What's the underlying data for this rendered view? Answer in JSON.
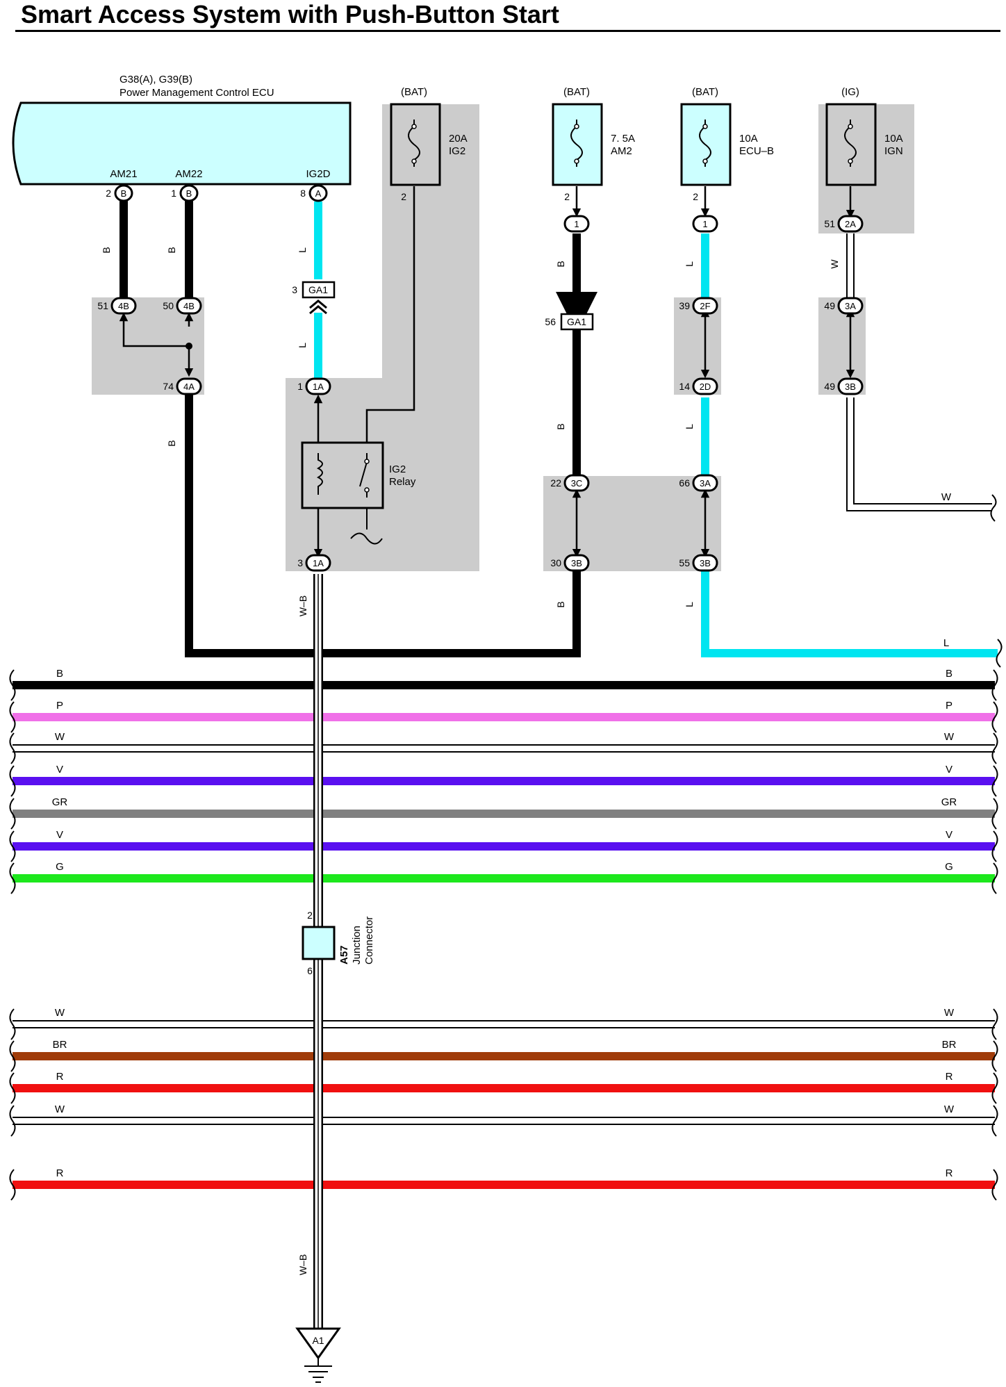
{
  "title": "Smart Access System with Push-Button Start",
  "ecu": {
    "code": "G38(A), G39(B)",
    "name": "Power Management Control ECU",
    "terminals": [
      {
        "name": "AM21",
        "pin": "2",
        "conn": "B",
        "wire": "B"
      },
      {
        "name": "AM22",
        "pin": "1",
        "conn": "B",
        "wire": "B"
      },
      {
        "name": "IG2D",
        "pin": "8",
        "conn": "A",
        "wire": "L"
      }
    ]
  },
  "fuses": [
    {
      "source": "(BAT)",
      "rating": "20A",
      "name": "IG2",
      "pin": "2"
    },
    {
      "source": "(BAT)",
      "rating": "7. 5A",
      "name": "AM2",
      "pin": "2"
    },
    {
      "source": "(BAT)",
      "rating": "10A",
      "name": "ECU–B",
      "pin": "2"
    },
    {
      "source": "(IG)",
      "rating": "10A",
      "name": "IGN"
    }
  ],
  "relay": {
    "name": "IG2",
    "label": "Relay"
  },
  "junction_connector": {
    "code": "A57",
    "name": "Junction",
    "label": "Connector",
    "pin_top": "2",
    "pin_bottom": "6"
  },
  "ground": {
    "code": "A1"
  },
  "connectors": [
    {
      "pin": "51",
      "id": "4B"
    },
    {
      "pin": "50",
      "id": "4B"
    },
    {
      "pin": "74",
      "id": "4A"
    },
    {
      "pin": "3",
      "id": "GA1"
    },
    {
      "pin": "1",
      "id": "1A"
    },
    {
      "pin": "3",
      "id": "1A"
    },
    {
      "pin": "56",
      "id": "GA1"
    },
    {
      "pin": "22",
      "id": "3C"
    },
    {
      "pin": "30",
      "id": "3B"
    },
    {
      "pin": "39",
      "id": "2F"
    },
    {
      "pin": "14",
      "id": "2D"
    },
    {
      "pin": "66",
      "id": "3A"
    },
    {
      "pin": "55",
      "id": "3B"
    },
    {
      "pin": "51",
      "id": "2A"
    },
    {
      "pin": "49",
      "id": "3A"
    },
    {
      "pin": "49",
      "id": "3B"
    },
    {
      "pin": "",
      "id": "1"
    },
    {
      "pin": "",
      "id": "1"
    }
  ],
  "wire_labels": {
    "b": "B",
    "l": "L",
    "w": "W",
    "wb": "W–B"
  },
  "colors": {
    "panel": "#cccccc",
    "ecu_fill": "#ccffff",
    "L": "#00e5f0",
    "B": "#000000",
    "P": "#f070e8",
    "V": "#5a10f0",
    "GR": "#808080",
    "G": "#1de81d",
    "BR": "#a03c0a",
    "R": "#f01010"
  },
  "bus": [
    {
      "label": "B",
      "color": "#000000"
    },
    {
      "label": "P",
      "color": "#f070e8"
    },
    {
      "label": "W",
      "color": "#ffffff"
    },
    {
      "label": "V",
      "color": "#5a10f0"
    },
    {
      "label": "GR",
      "color": "#808080"
    },
    {
      "label": "V",
      "color": "#5a10f0"
    },
    {
      "label": "G",
      "color": "#1de81d"
    },
    {
      "label": "W",
      "color": "#ffffff"
    },
    {
      "label": "BR",
      "color": "#a03c0a"
    },
    {
      "label": "R",
      "color": "#f01010"
    },
    {
      "label": "W",
      "color": "#ffffff"
    },
    {
      "label": "R",
      "color": "#f01010"
    }
  ],
  "right_exits": [
    {
      "label": "W"
    },
    {
      "label": "L"
    }
  ]
}
